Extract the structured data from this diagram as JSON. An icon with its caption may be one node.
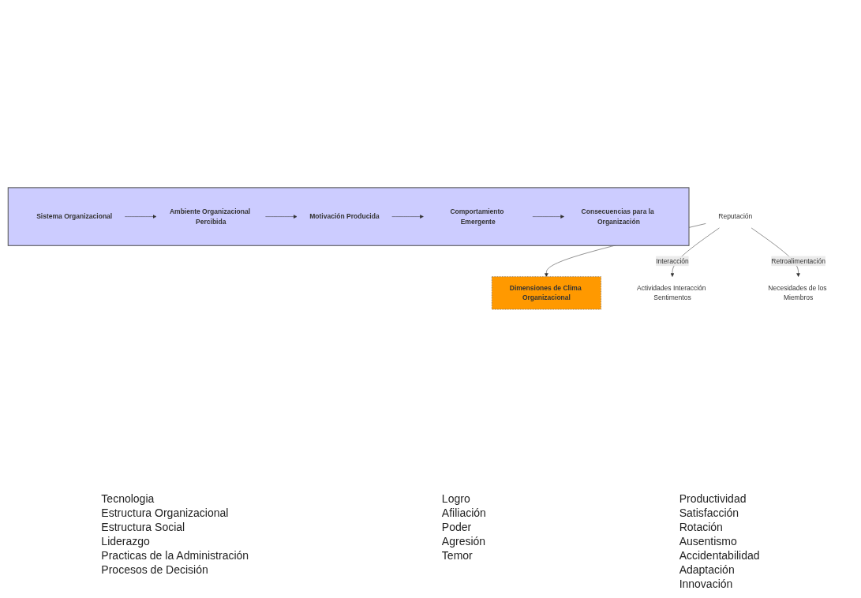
{
  "diagram": {
    "nodes": [
      {
        "text": [],
        "shape": "box"
      },
      {
        "text": [
          "Sistema Organizacional"
        ],
        "in": 0
      },
      {
        "text": [
          "Ambiente Organizacional Percibida"
        ],
        "in": 0
      },
      {
        "text": [
          "Motivación Producida"
        ],
        "in": 0
      },
      {
        "text": [
          "Comportamiento Emergente"
        ],
        "in": 0
      },
      {
        "text": [
          "Consecuencias para la Organización"
        ],
        "in": 0
      },
      {
        "text": [
          "Dimensiones de Clima Organizacional"
        ]
      },
      {
        "text": [
          "Actividades Interacción Sentimentos"
        ]
      },
      {
        "text": [
          "Reputación"
        ]
      },
      {
        "text": [
          "Necesidades de los Miembros"
        ]
      }
    ],
    "edges": [
      {
        "from": 1,
        "to": 2,
        "arrow": "to"
      },
      {
        "from": 2,
        "to": 3,
        "arrow": "to"
      },
      {
        "from": 3,
        "to": 4,
        "arrow": "to"
      },
      {
        "from": 4,
        "to": 5,
        "arrow": "to"
      },
      {
        "from": 8,
        "to": 6,
        "arrow": "to"
      },
      {
        "from": 8,
        "to": 7,
        "arrow": "to",
        "label": "Interacción"
      },
      {
        "from": 8,
        "to": 9,
        "arrow": "to",
        "label": "Retroalimentación"
      }
    ],
    "labels": [
      "Tecnologia",
      "Estructura Organizacional",
      "Estructura Social",
      "Liderazgo",
      "Practicas de la Administración",
      "Procesos de Decisión",
      "Logro",
      "Afiliación",
      "Poder",
      "Agresión",
      "Temor",
      "Productividad",
      "Satisfacción",
      "Rotación",
      "Ausentismo",
      "Accidentabilidad",
      "Adaptación",
      "Innovación"
    ]
  }
}
